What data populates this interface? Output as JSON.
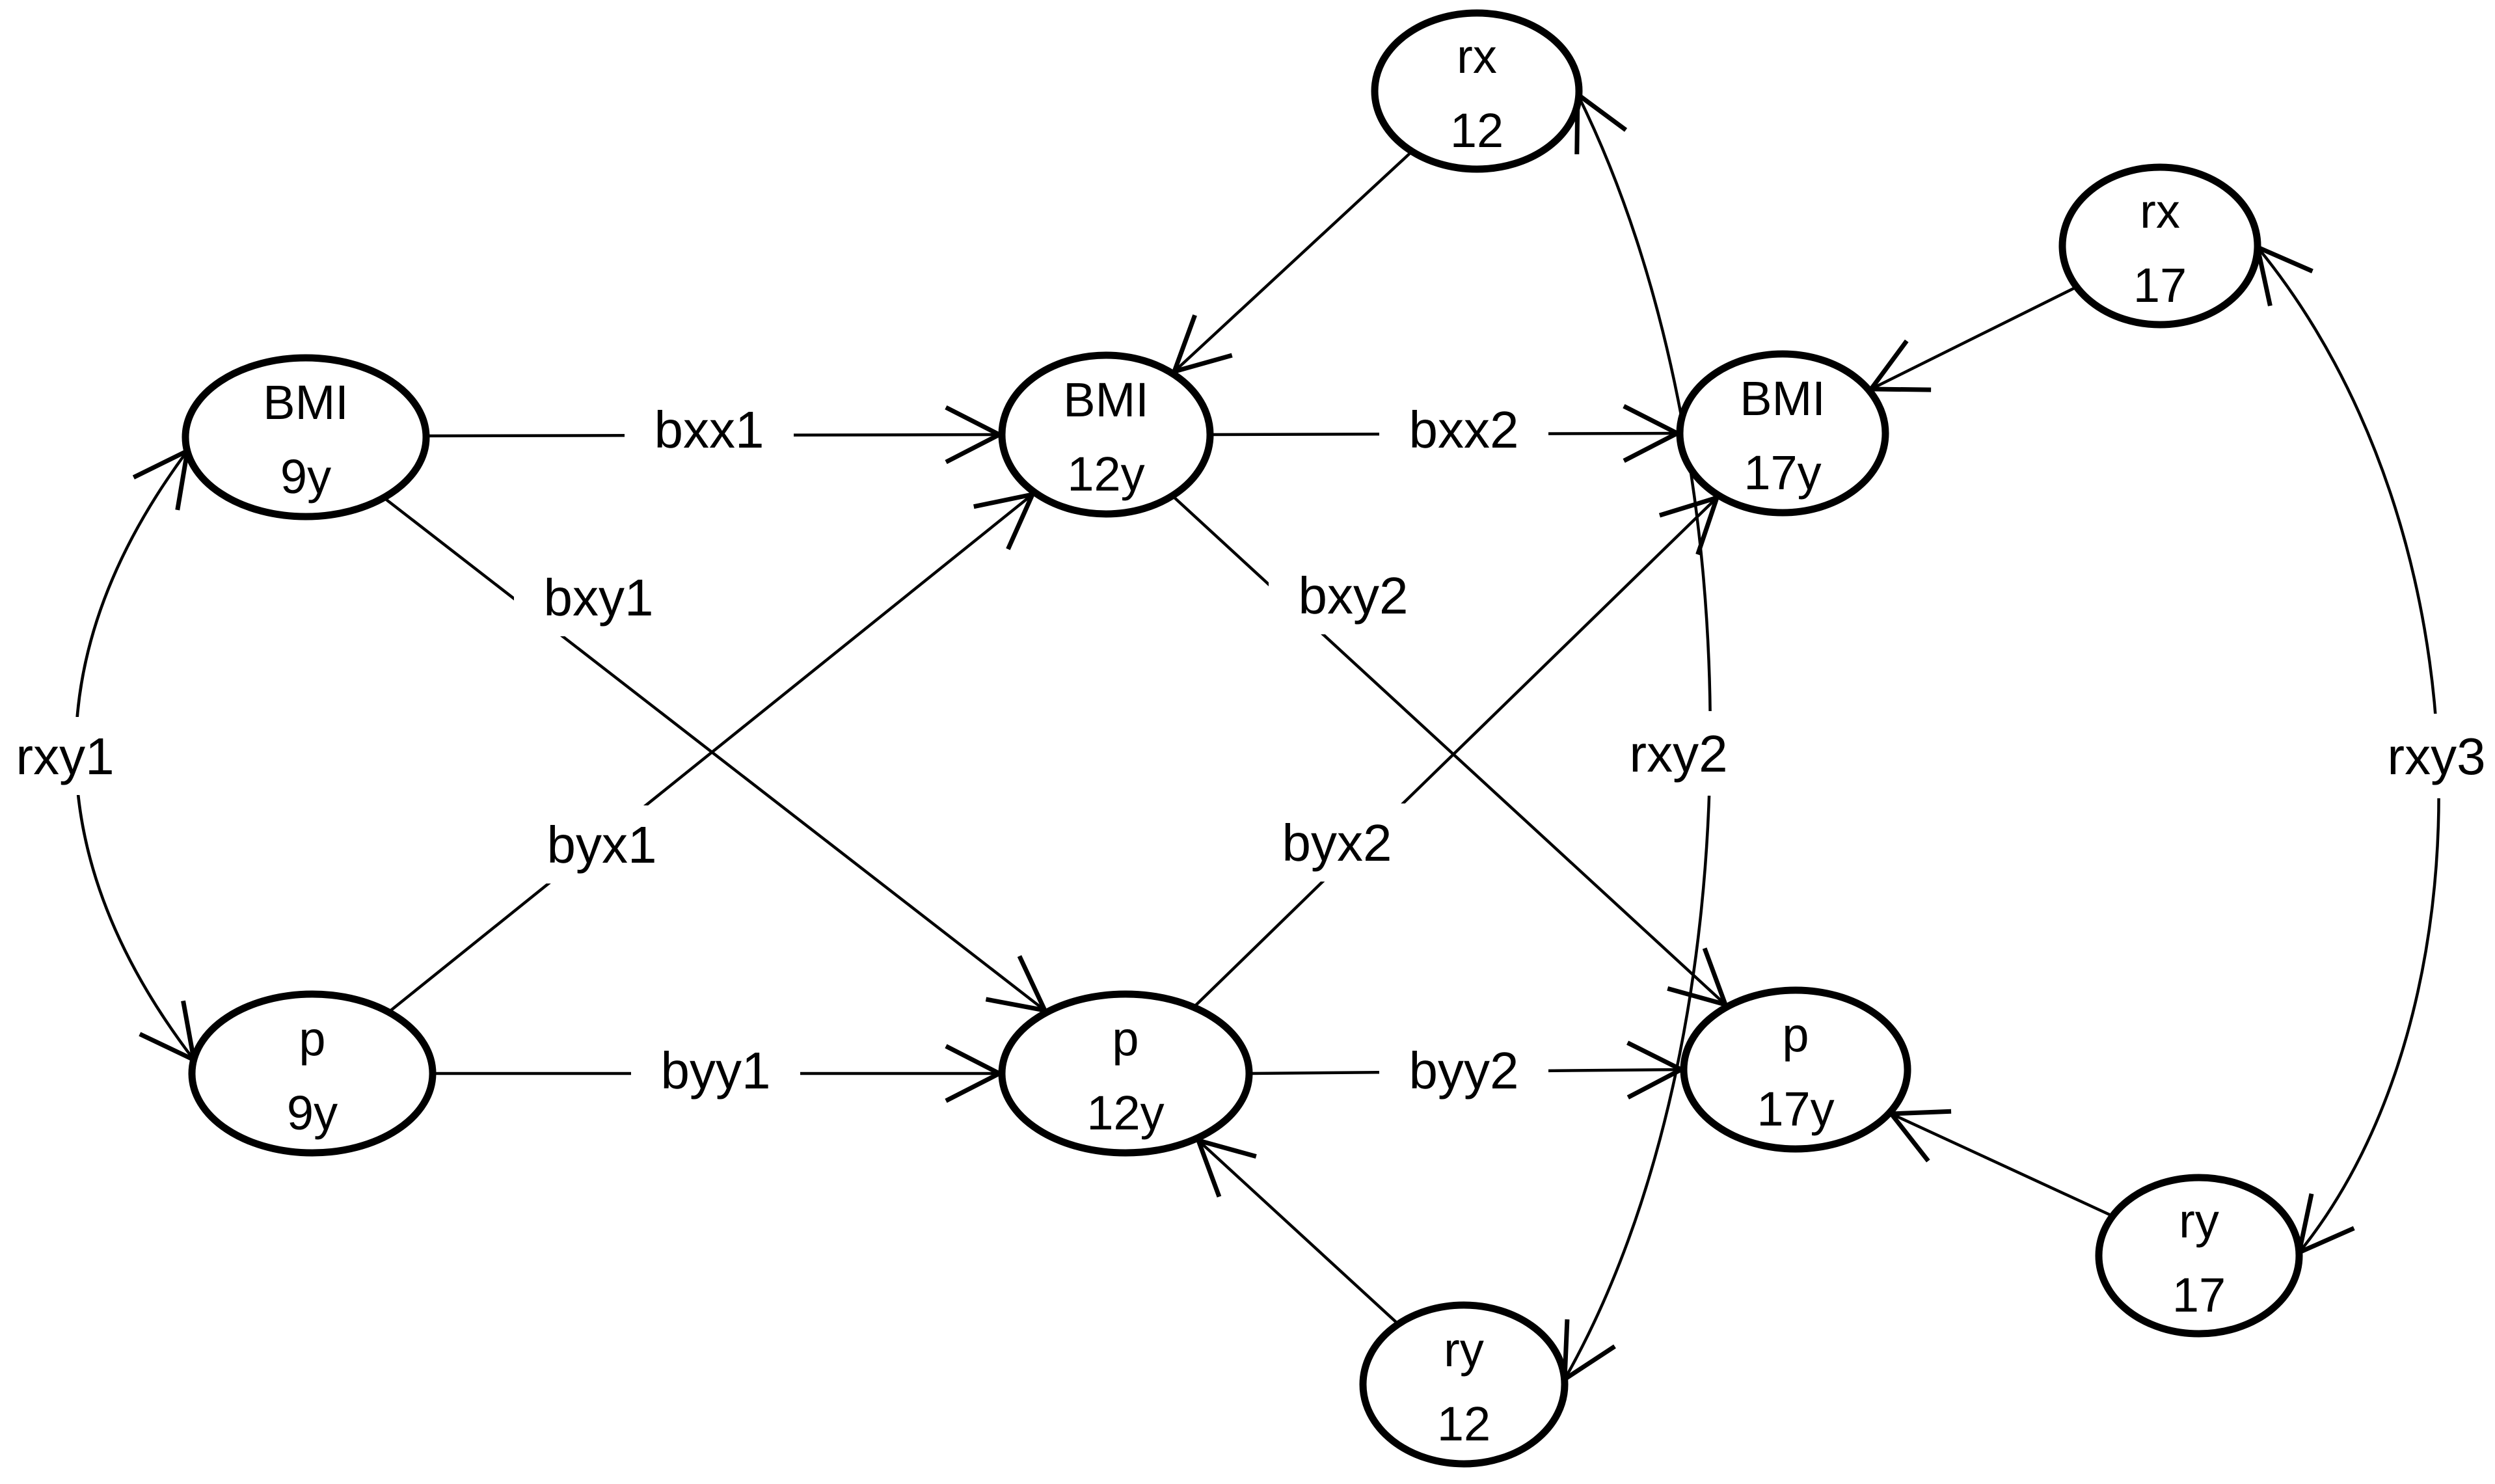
{
  "diagram": {
    "type": "path-diagram",
    "description": "Cross-lagged panel model of BMI and p across ages 9y, 12y and 17y with residual terms rx/ry and correlated residuals",
    "colors": {
      "stroke": "#000000",
      "background": "#ffffff",
      "text": "#000000"
    },
    "nodes": [
      {
        "id": "bmi-9y",
        "line1": "BMI",
        "line2": "9y"
      },
      {
        "id": "p-9y",
        "line1": "p",
        "line2": "9y"
      },
      {
        "id": "bmi-12y",
        "line1": "BMI",
        "line2": "12y"
      },
      {
        "id": "p-12y",
        "line1": "p",
        "line2": "12y"
      },
      {
        "id": "bmi-17y",
        "line1": "BMI",
        "line2": "17y"
      },
      {
        "id": "p-17y",
        "line1": "p",
        "line2": "17y"
      },
      {
        "id": "rx-12",
        "line1": "rx",
        "line2": "12"
      },
      {
        "id": "rx-17",
        "line1": "rx",
        "line2": "17"
      },
      {
        "id": "ry-12",
        "line1": "ry",
        "line2": "12"
      },
      {
        "id": "ry-17",
        "line1": "ry",
        "line2": "17"
      }
    ],
    "labels": [
      {
        "id": "bxx1",
        "text": "bxx1"
      },
      {
        "id": "bxy1",
        "text": "bxy1"
      },
      {
        "id": "byx1",
        "text": "byx1"
      },
      {
        "id": "byy1",
        "text": "byy1"
      },
      {
        "id": "bxx2",
        "text": "bxx2"
      },
      {
        "id": "bxy2",
        "text": "bxy2"
      },
      {
        "id": "byx2",
        "text": "byx2"
      },
      {
        "id": "byy2",
        "text": "byy2"
      },
      {
        "id": "rxy1",
        "text": "rxy1"
      },
      {
        "id": "rxy2",
        "text": "rxy2"
      },
      {
        "id": "rxy3",
        "text": "rxy3"
      }
    ]
  }
}
